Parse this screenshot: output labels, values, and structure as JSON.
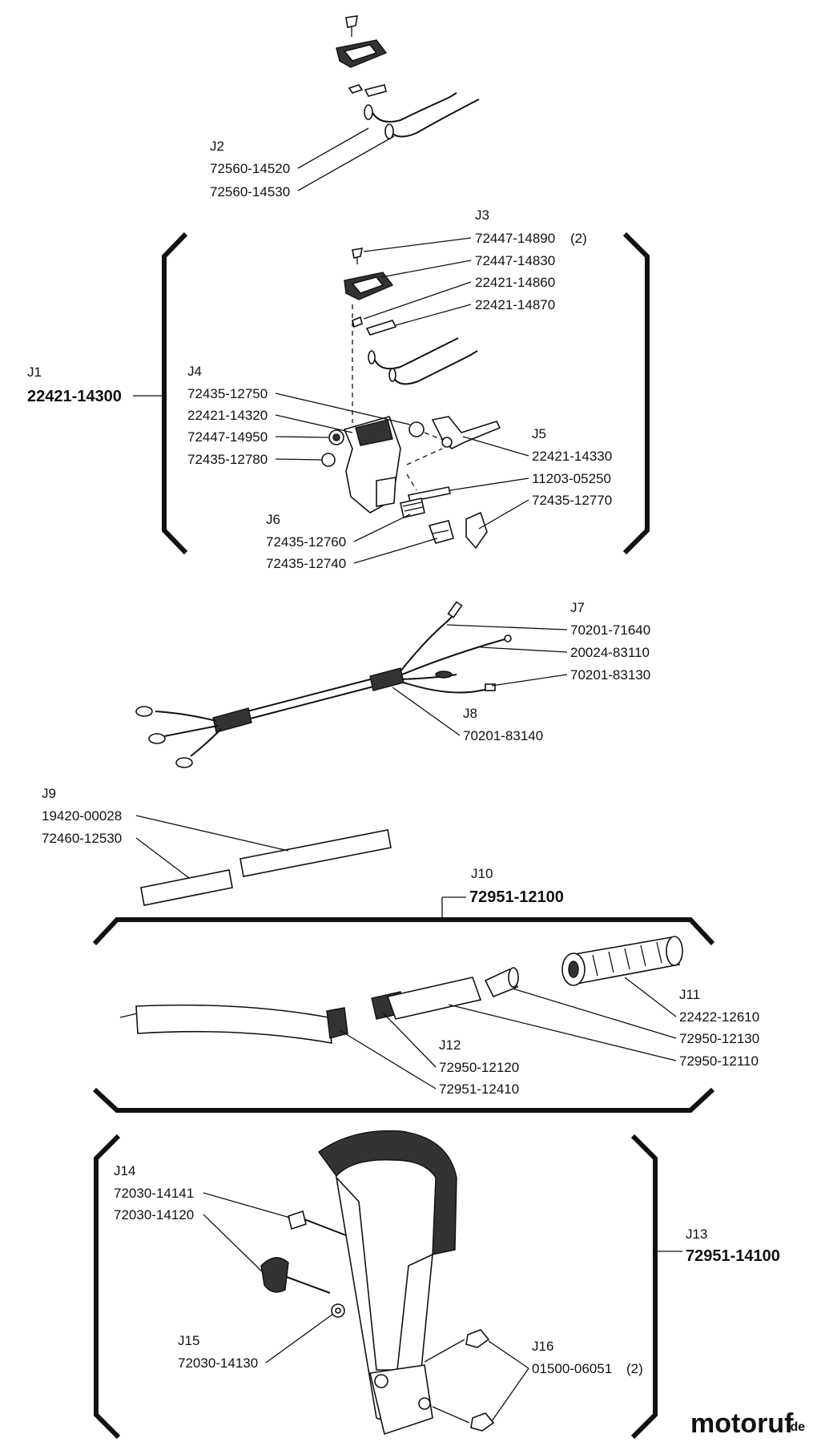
{
  "groups": {
    "j2": {
      "ref": "J2",
      "parts": [
        "72560-14520",
        "72560-14530"
      ]
    },
    "j1": {
      "ref": "J1",
      "assembly": "22421-14300"
    },
    "j3": {
      "ref": "J3",
      "parts": [
        "72447-14890",
        "72447-14830",
        "22421-14860",
        "22421-14870"
      ],
      "qty_first": "(2)"
    },
    "j4": {
      "ref": "J4",
      "parts": [
        "72435-12750",
        "22421-14320",
        "72447-14950",
        "72435-12780"
      ]
    },
    "j5": {
      "ref": "J5",
      "parts": [
        "22421-14330",
        "11203-05250",
        "72435-12770"
      ]
    },
    "j6": {
      "ref": "J6",
      "parts": [
        "72435-12760",
        "72435-12740"
      ]
    },
    "j7": {
      "ref": "J7",
      "parts": [
        "70201-71640",
        "20024-83110",
        "70201-83130"
      ]
    },
    "j8": {
      "ref": "J8",
      "parts": [
        "70201-83140"
      ]
    },
    "j9": {
      "ref": "J9",
      "parts": [
        "19420-00028",
        "72460-12530"
      ]
    },
    "j10": {
      "ref": "J10",
      "assembly": "72951-12100"
    },
    "j11": {
      "ref": "J11",
      "parts": [
        "22422-12610",
        "72950-12130",
        "72950-12110"
      ]
    },
    "j12": {
      "ref": "J12",
      "parts": [
        "72950-12120",
        "72951-12410"
      ]
    },
    "j13": {
      "ref": "J13",
      "assembly": "72951-14100"
    },
    "j14": {
      "ref": "J14",
      "parts": [
        "72030-14141",
        "72030-14120"
      ]
    },
    "j15": {
      "ref": "J15",
      "parts": [
        "72030-14130"
      ]
    },
    "j16": {
      "ref": "J16",
      "parts": [
        "01500-06051"
      ],
      "qty": "(2)"
    }
  },
  "watermark": {
    "brand": "motoruf",
    "tld": ".de"
  },
  "colors": {
    "ink": "#111111",
    "background": "#ffffff",
    "logo_blue": "#1f4e8c",
    "logo_red": "#c0392b"
  }
}
